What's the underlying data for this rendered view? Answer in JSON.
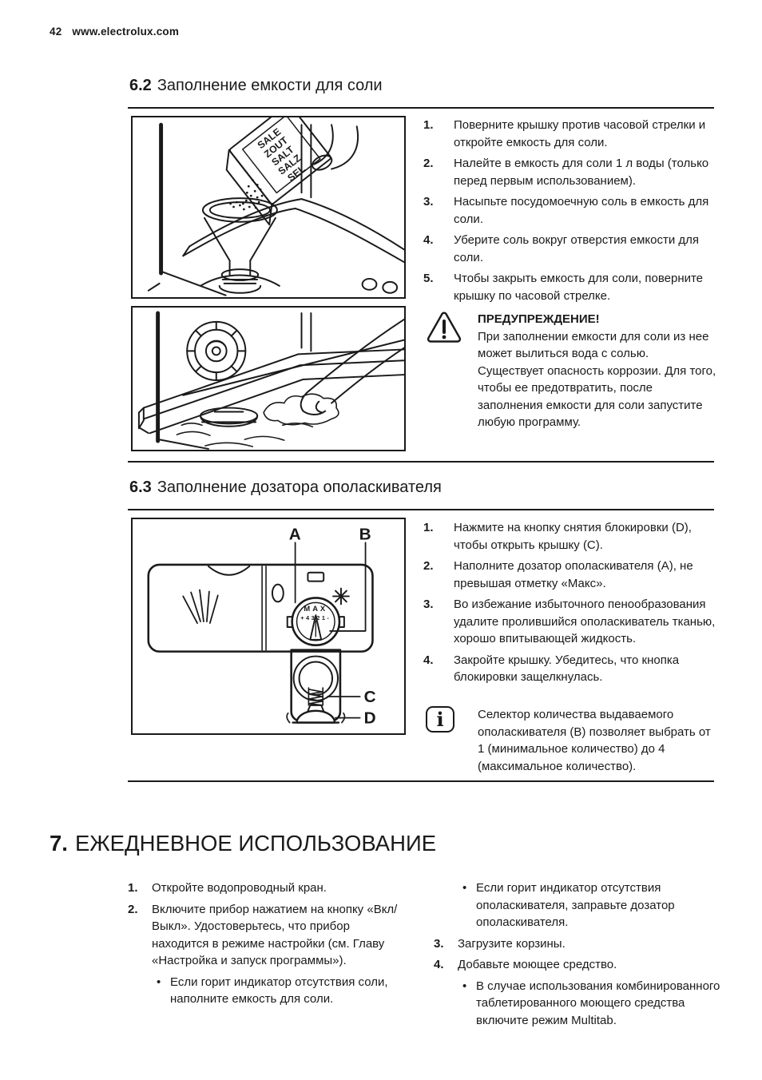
{
  "page": {
    "number": "42",
    "website": "www.electrolux.com"
  },
  "colors": {
    "ink": "#1a1a1a",
    "paper": "#ffffff"
  },
  "s62": {
    "number": "6.2",
    "title": "Заполнение емкости для соли",
    "steps": [
      {
        "n": "1.",
        "t": "Поверните крышку против часовой стрелки и откройте емкость для соли."
      },
      {
        "n": "2.",
        "t": "Налейте в емкость для соли 1 л воды (только перед первым использованием)."
      },
      {
        "n": "3.",
        "t": "Насыпьте посудомоечную соль в емкость для соли."
      },
      {
        "n": "4.",
        "t": "Уберите соль вокруг отверстия емкости для соли."
      },
      {
        "n": "5.",
        "t": "Чтобы закрыть емкость для соли, поверните крышку по часовой стрелке."
      }
    ],
    "warning": {
      "title": "ПРЕДУПРЕЖДЕНИЕ!",
      "text": "При заполнении емкости для соли из нее может вылиться вода с солью. Существует опасность коррозии. Для того, чтобы ее предотвратить, после заполнения емкости для соли запустите любую программу."
    },
    "salt_box": {
      "line1": "SALE",
      "line2": "ZOUT",
      "line3": "SALT",
      "line4": "SALZ",
      "line5": "SEL"
    }
  },
  "s63": {
    "number": "6.3",
    "title": "Заполнение дозатора ополаскивателя",
    "steps": [
      {
        "n": "1.",
        "t": "Нажмите на кнопку снятия блокировки (D), чтобы открыть крышку (C)."
      },
      {
        "n": "2.",
        "t": "Наполните дозатор ополаскивателя (A), не превышая отметку «Макс»."
      },
      {
        "n": "3.",
        "t": "Во избежание избыточного пенообразования удалите пролившийся ополаскиватель тканью, хорошо впитывающей жидкость."
      },
      {
        "n": "4.",
        "t": "Закройте крышку. Убедитесь, что кнопка блокировки защелкнулась."
      }
    ],
    "note": {
      "icon": "i",
      "text": "Селектор количества выдаваемого ополаскивателя (B) позволяет выбрать от 1 (минимальное количество) до 4 (максимальное количество)."
    },
    "diagram": {
      "label_a": "A",
      "label_b": "B",
      "label_c": "C",
      "label_d": "D",
      "dial_max": "MAX",
      "dial_scale": "+4321-"
    }
  },
  "s7": {
    "number": "7.",
    "title": "ЕЖЕДНЕВНОЕ ИСПОЛЬЗОВАНИЕ",
    "left": [
      {
        "n": "1.",
        "t": "Откройте водопроводный кран."
      },
      {
        "n": "2.",
        "t": "Включите прибор нажатием на кнопку «Вкл/Выкл». Удостоверьтесь, что прибор находится в режиме настройки (см. Главу «Настройка и запуск программы»)."
      },
      {
        "n": "•",
        "t": "Если горит индикатор отсутствия соли, наполните емкость для соли."
      }
    ],
    "right": [
      {
        "n": "•",
        "t": "Если горит индикатор отсутствия ополаскивателя, заправьте дозатор ополаскивателя."
      },
      {
        "n": "3.",
        "t": "Загрузите корзины."
      },
      {
        "n": "4.",
        "t": "Добавьте моющее средство."
      },
      {
        "n": "•",
        "t": "В случае использования комбинированного таблетированного моющего средства включите режим Multitab."
      }
    ]
  }
}
